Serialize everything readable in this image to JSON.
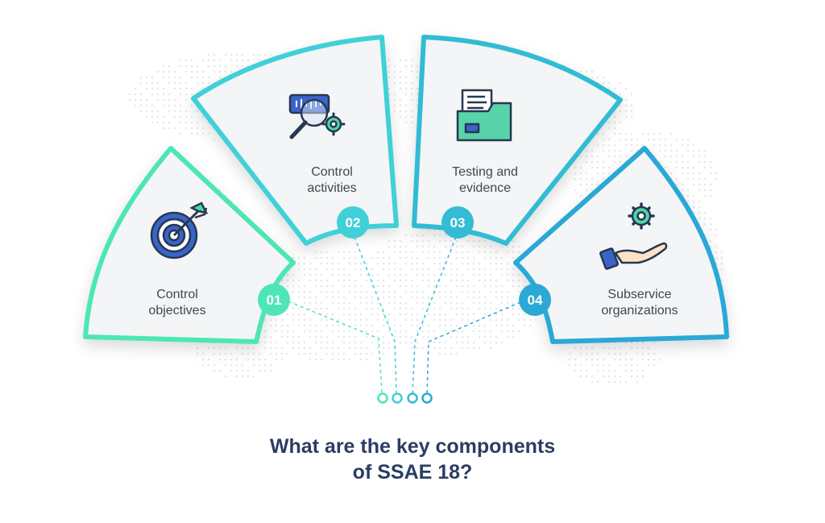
{
  "title": {
    "line1": "What are the key components",
    "line2": "of SSAE 18?"
  },
  "components": [
    {
      "number": "01",
      "line1": "Control",
      "line2": "objectives",
      "icon": "target-icon",
      "color": "#4ee6b6"
    },
    {
      "number": "02",
      "line1": "Control",
      "line2": "activities",
      "icon": "magnifier-gear-icon",
      "color": "#3fd0d8"
    },
    {
      "number": "03",
      "line1": "Testing and",
      "line2": "evidence",
      "icon": "folder-document-icon",
      "color": "#33bcd4"
    },
    {
      "number": "04",
      "line1": "Subservice",
      "line2": "organizations",
      "icon": "hand-gear-icon",
      "color": "#2aa8d6"
    }
  ],
  "colors": {
    "title": "#2b3d63",
    "card_fill": "#f4f5f6",
    "icon_dark": "#263852",
    "icon_blue": "#3a64c8",
    "icon_mint": "#4fd6a8",
    "icon_cyan": "#58cdd8"
  }
}
